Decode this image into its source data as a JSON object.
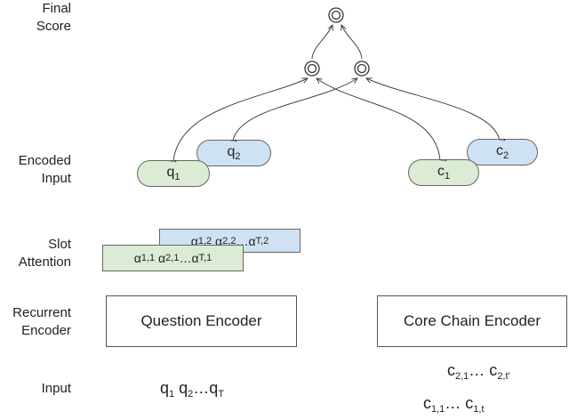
{
  "labels": {
    "final_score": [
      "Final",
      "Score"
    ],
    "encoded_input": [
      "Encoded",
      "Input"
    ],
    "slot_attention": [
      "Slot",
      "Attention"
    ],
    "recurrent_encoder": [
      "Recurrent",
      "Encoder"
    ],
    "input": "Input"
  },
  "encoders": {
    "question": "Question Encoder",
    "core_chain": "Core Chain Encoder"
  },
  "encoded": {
    "q1": {
      "base": "q",
      "sub": "1"
    },
    "q2": {
      "base": "q",
      "sub": "2"
    },
    "c1": {
      "base": "c",
      "sub": "1"
    },
    "c2": {
      "base": "c",
      "sub": "2"
    }
  },
  "attention": {
    "back": [
      "α",
      "1,2",
      "α",
      "2,2",
      "…α",
      "T,2"
    ],
    "front": [
      "α",
      "1,1",
      "α",
      "2,1",
      "…α",
      "T,1"
    ]
  },
  "inputs": {
    "question_seq": [
      "q",
      "1",
      "q",
      "2",
      "…q",
      "T"
    ],
    "chain_seq_2": [
      "c",
      "2,1",
      "… c",
      "2,t'"
    ],
    "chain_seq_1": [
      "c",
      "1,1",
      "… c",
      "1,t"
    ]
  },
  "colors": {
    "green": "#dcebd3",
    "blue": "#cfe2f3",
    "stroke": "#444444"
  }
}
